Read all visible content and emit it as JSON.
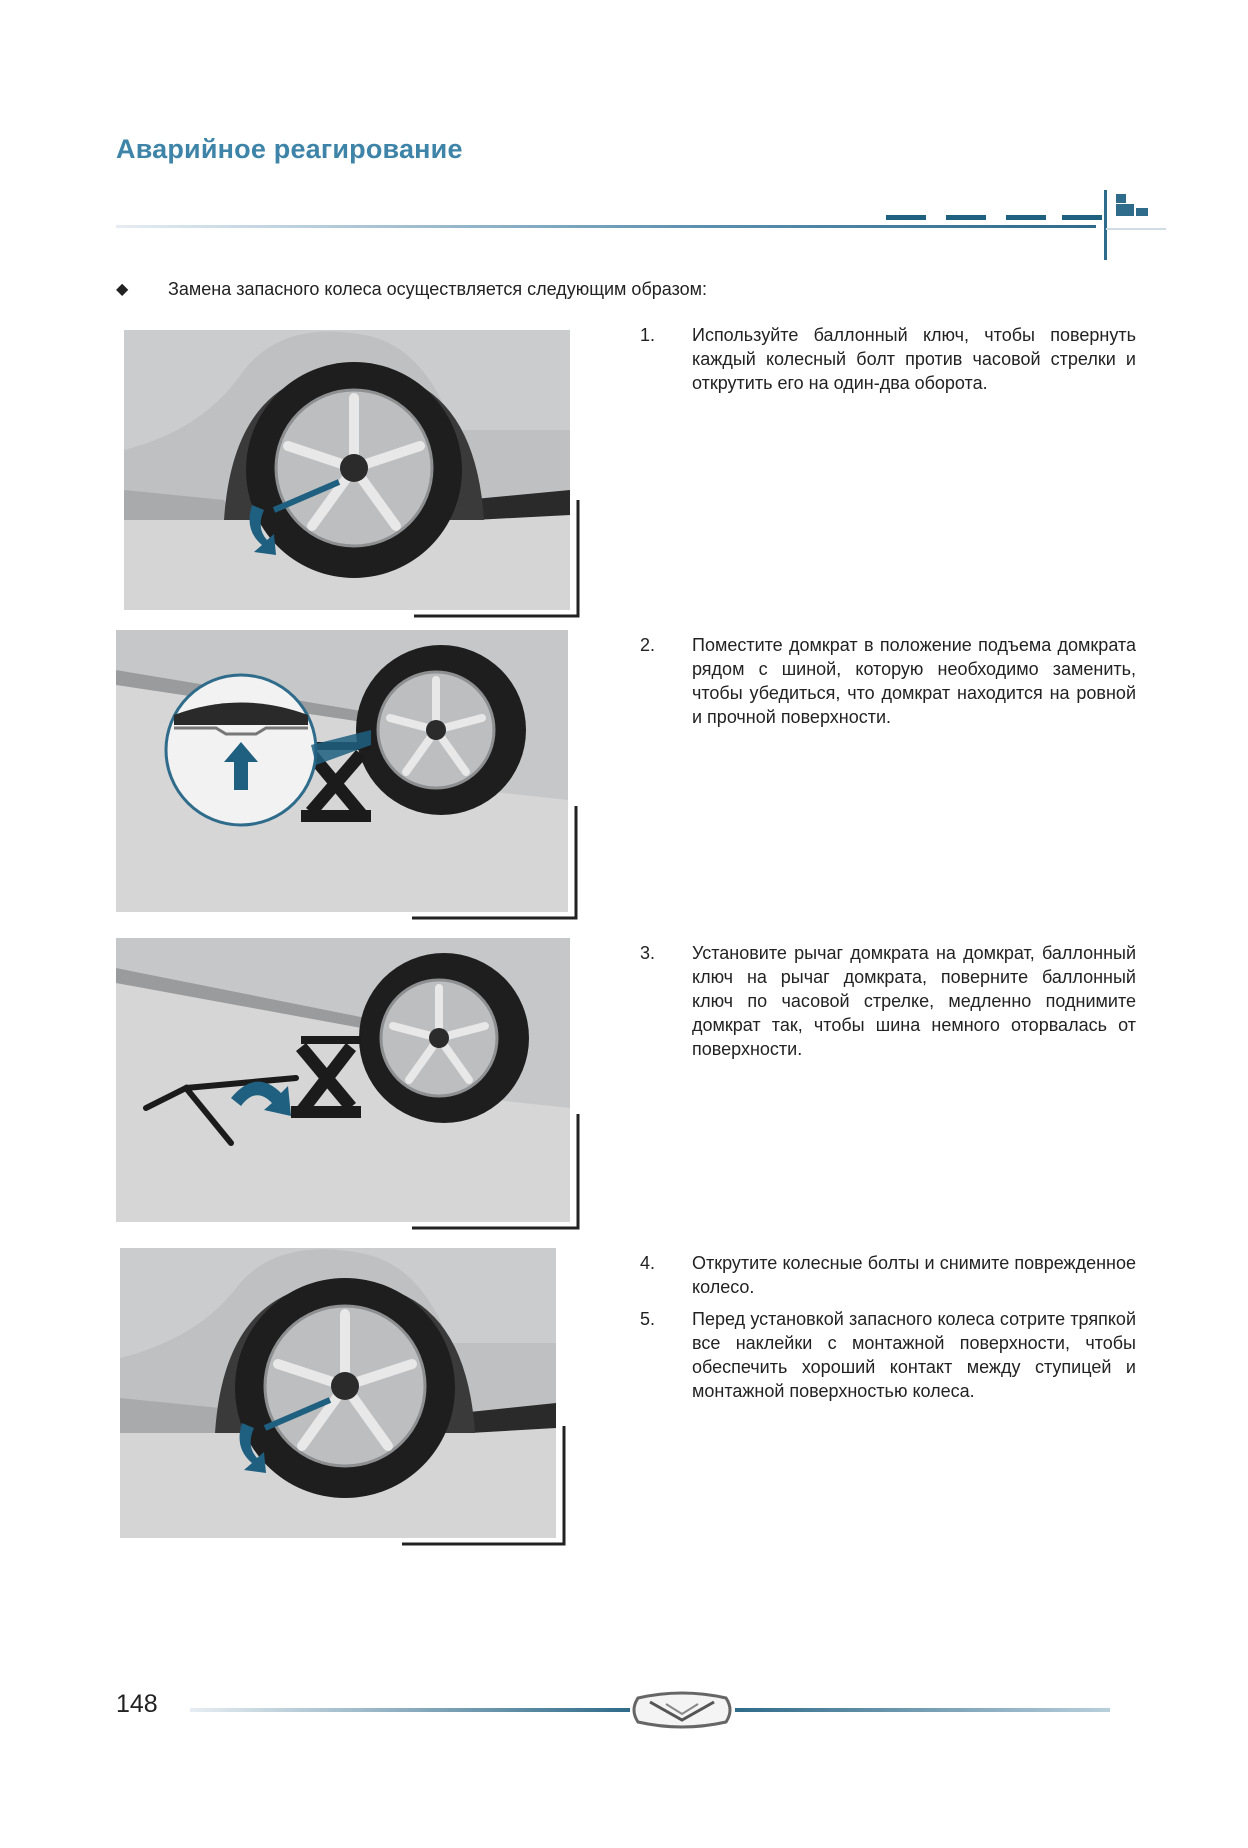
{
  "header": {
    "title": "Аварийное реагирование"
  },
  "intro": {
    "bullet": "◆",
    "text": "Замена запасного колеса осуществляется следующим образом:"
  },
  "steps": [
    {
      "num": "1.",
      "text": "Используйте баллонный ключ, чтобы повернуть каждый колесный болт против часовой стрелки и открутить его на один-два оборота."
    },
    {
      "num": "2.",
      "text": "Поместите домкрат в положение подъема домкрата рядом с шиной, которую необходимо заменить, чтобы убедиться, что домкрат находится на ровной и прочной поверхности."
    },
    {
      "num": "3.",
      "text": "Установите рычаг домкрата на домкрат, баллонный ключ на рычаг домкрата, поверните баллонный ключ по часовой стрелке, медленно поднимите домкрат так, чтобы шина немного оторвалась от поверхности."
    },
    {
      "num": "4.",
      "text": "Открутите колесные болты и снимите поврежденное колесо."
    },
    {
      "num": "5.",
      "text": "Перед установкой запасного колеса сотрите тряпкой все наклейки с монтажной поверхности, чтобы обеспечить хороший контакт между ступицей и монтажной поверхностью колеса."
    }
  ],
  "footer": {
    "page_number": "148"
  },
  "colors": {
    "accent": "#3d84a8",
    "arrow": "#1f5f80",
    "rule": "#2f6b8a"
  }
}
